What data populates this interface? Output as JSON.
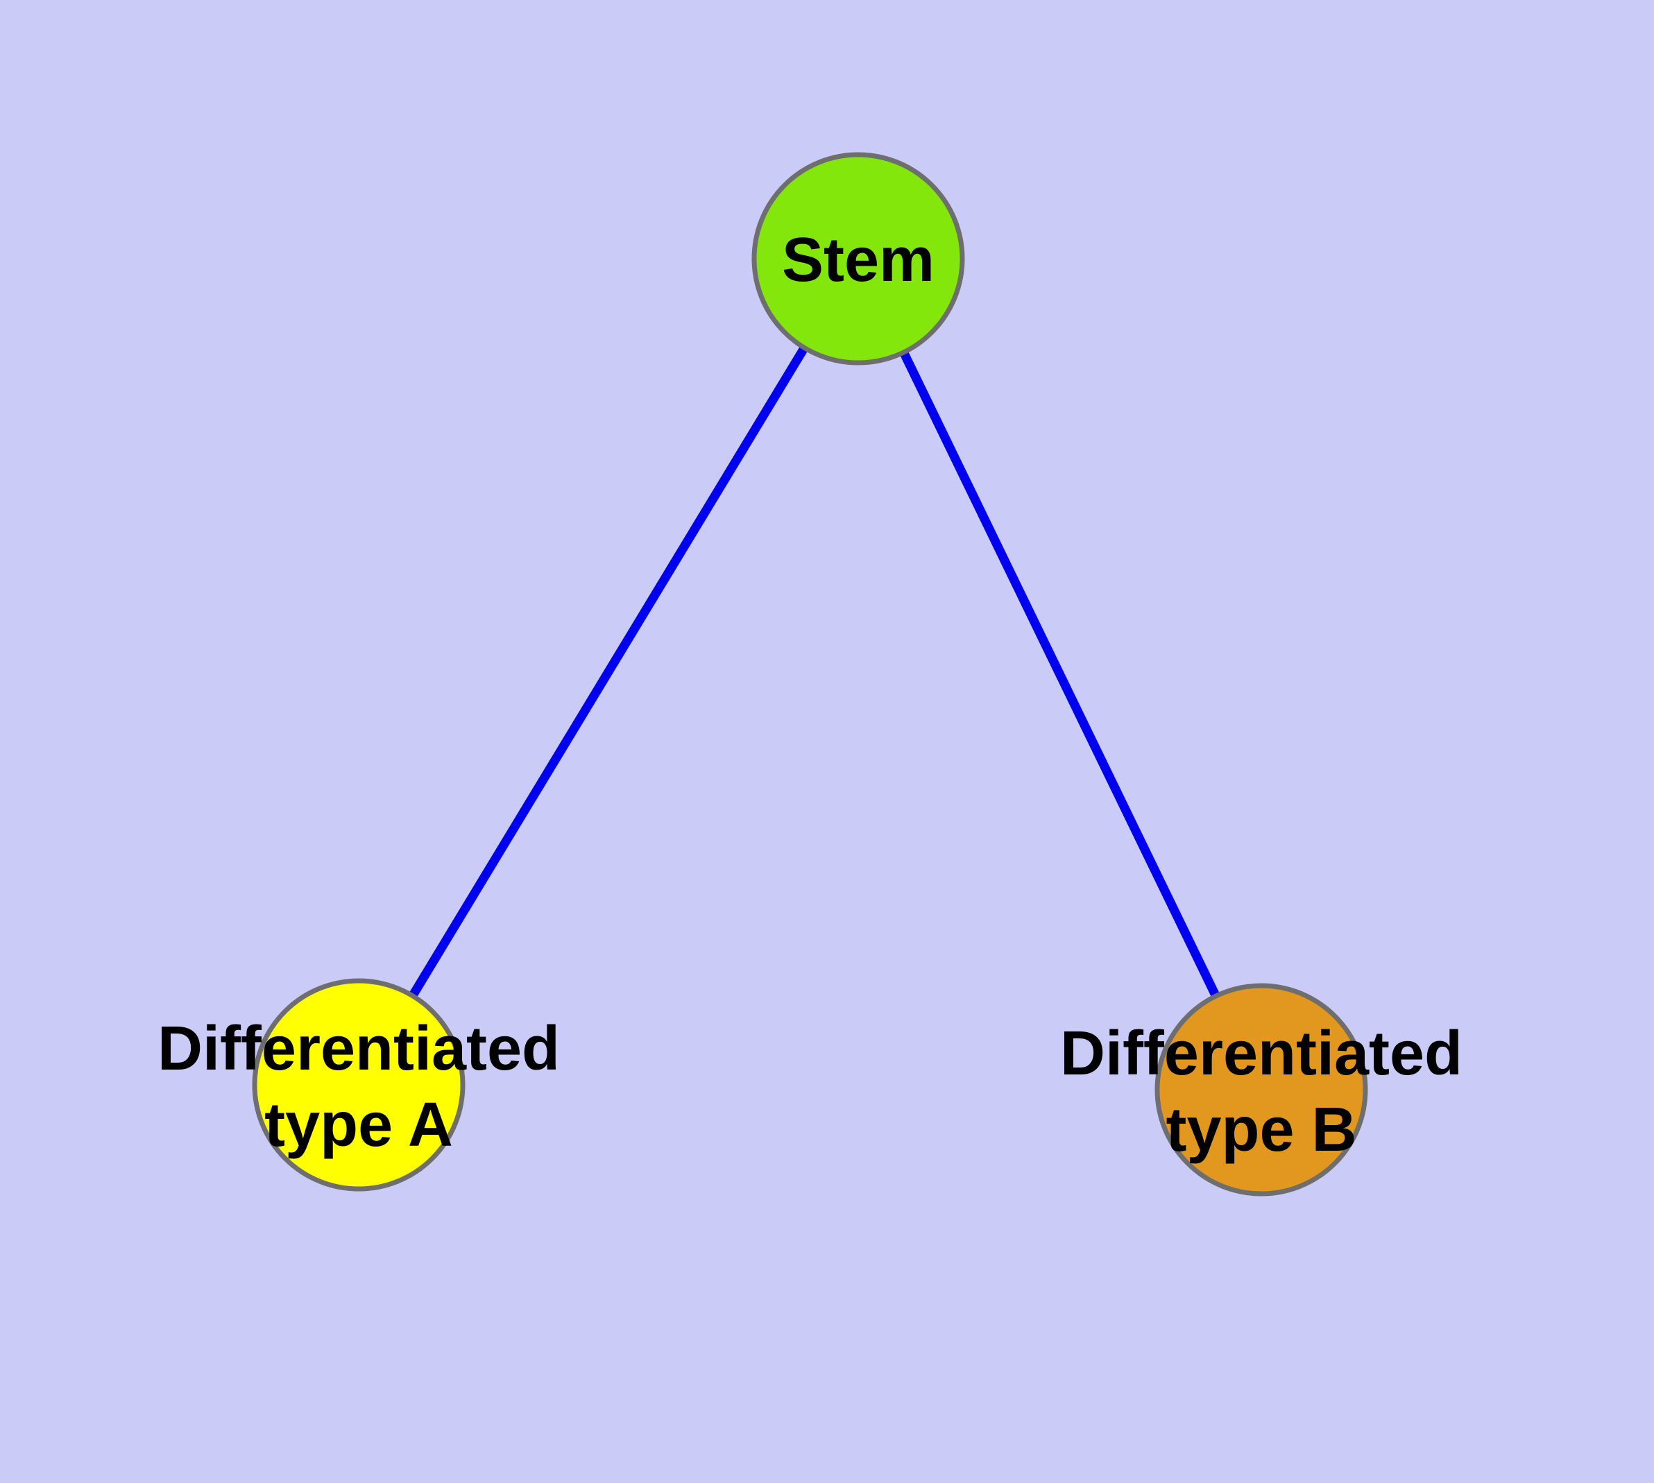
{
  "diagram": {
    "type": "node-link-graph",
    "colors": {
      "background": "#CBCBF8",
      "edge": "#0000F0",
      "node_border": "#6E6E6E",
      "label_text": "#000000",
      "stem_fill": "#84E70B",
      "type_a_fill": "#FFFF00",
      "type_b_fill": "#E2981E"
    },
    "nodes": {
      "stem": {
        "label": "Stem",
        "fill": "#84E70B"
      },
      "type_a": {
        "label_line1": "Differentiated",
        "label_line2": "type A",
        "fill": "#FFFF00"
      },
      "type_b": {
        "label_line1": "Differentiated",
        "label_line2": "type B",
        "fill": "#E2981E"
      }
    },
    "edges": {
      "stem_type_a": {
        "from": "Stem",
        "to": "Differentiated type A"
      },
      "stem_type_b": {
        "from": "Stem",
        "to": "Differentiated type B"
      }
    }
  }
}
